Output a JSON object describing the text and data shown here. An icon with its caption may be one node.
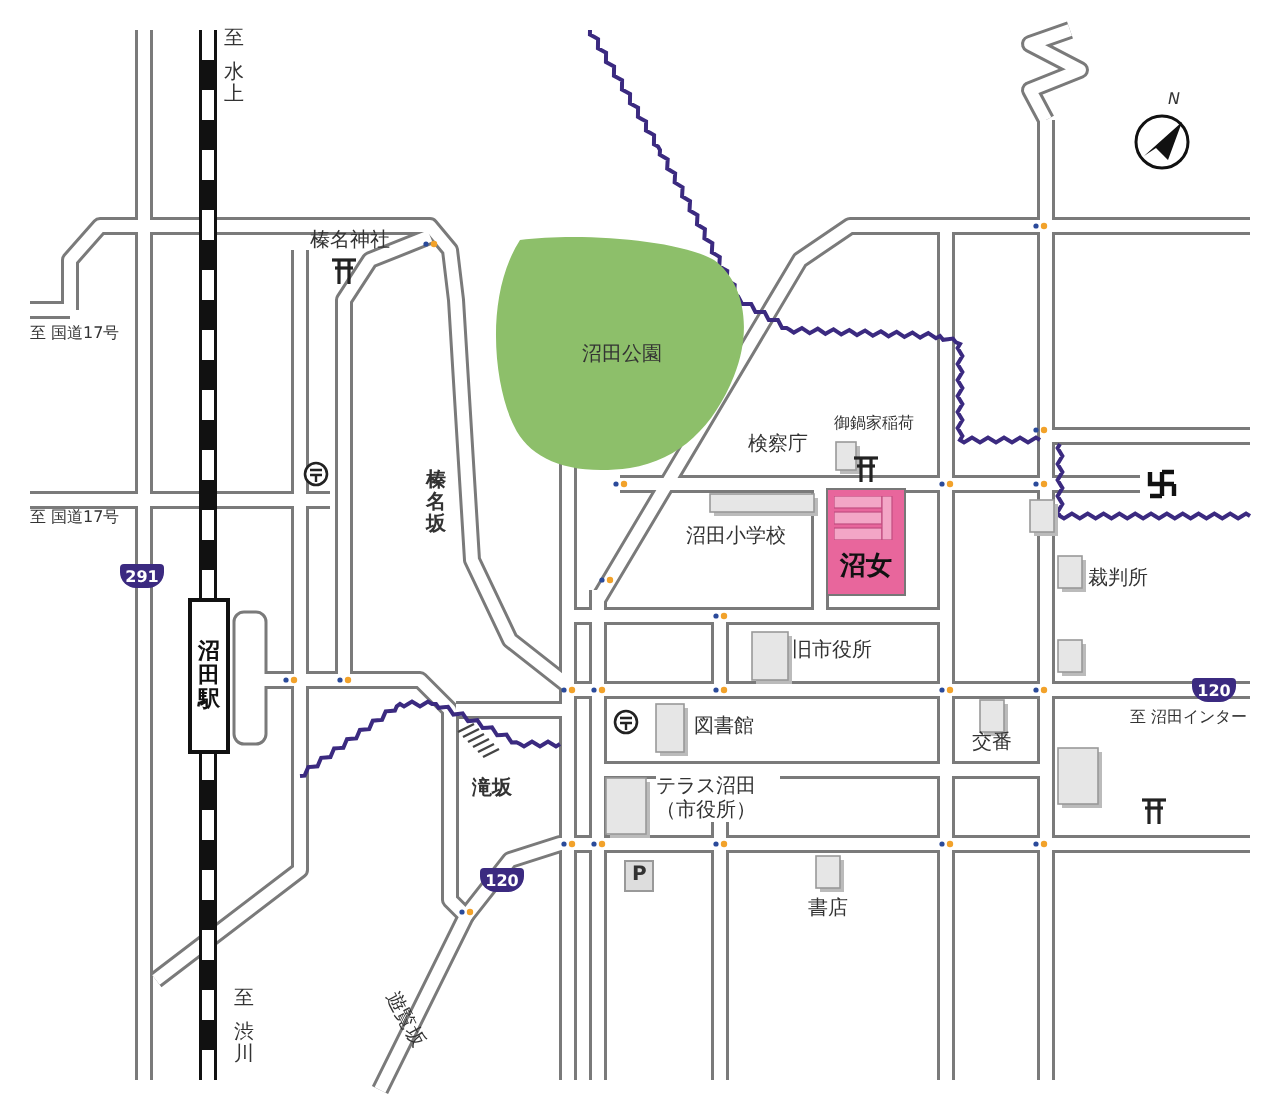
{
  "diagram": {
    "nodes": [
      {
        "text": [
          "沼田公園"
        ]
      },
      {
        "text": [
          "沼女"
        ]
      },
      {
        "text": [
          "291"
        ]
      },
      {
        "text": [
          "沼田駅"
        ]
      },
      {
        "text": [
          "120"
        ]
      },
      {
        "text": [
          "120"
        ]
      }
    ],
    "labels": [
      "至",
      "水上",
      "N",
      "榛名神社",
      "至 国道17号",
      "至 国道17号",
      "御鍋家稲荷",
      "検察庁",
      "榛名坂",
      "沼田小学校",
      "裁判所",
      "旧市役所",
      "図書館",
      "交番",
      "至 沼田インター",
      "滝坂",
      "テラス沼田（市役所）",
      "P",
      "書店",
      "遊覧坂",
      "至",
      "渋川"
    ]
  }
}
